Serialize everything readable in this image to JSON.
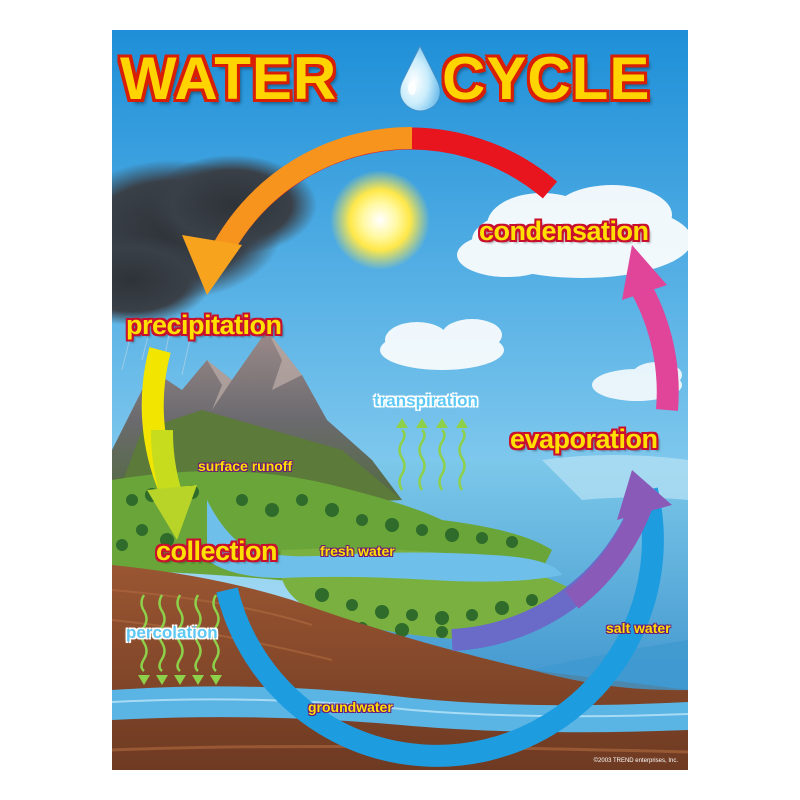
{
  "title": {
    "part1": "WATER",
    "part2": "CYCLE"
  },
  "stages": {
    "condensation": "condensation",
    "precipitation": "precipitation",
    "evaporation": "evaporation",
    "collection": "collection"
  },
  "labels": {
    "transpiration": "transpiration",
    "percolation": "percolation",
    "surface_runoff": "surface runoff",
    "fresh_water": "fresh water",
    "salt_water": "salt water",
    "groundwater": "groundwater"
  },
  "copyright": "©2003 TREND enterprises, Inc.",
  "colors": {
    "sky_top": "#1e8fd8",
    "sky_bottom": "#bfe6f6",
    "title_fill": "#ffd400",
    "title_outline": "#d81e05",
    "stage_fill": "#ffe000",
    "stage_outline": "#c8102e",
    "arrow_red": "#e8141e",
    "arrow_orange": "#f7941d",
    "arrow_yellow": "#f2e600",
    "arrow_green": "#8dc63f",
    "arrow_blue": "#1e9ce0",
    "arrow_purple": "#8a5ab8",
    "arrow_magenta": "#e0459a",
    "soil": "#8b4a2b",
    "water": "#5ab4e4"
  }
}
